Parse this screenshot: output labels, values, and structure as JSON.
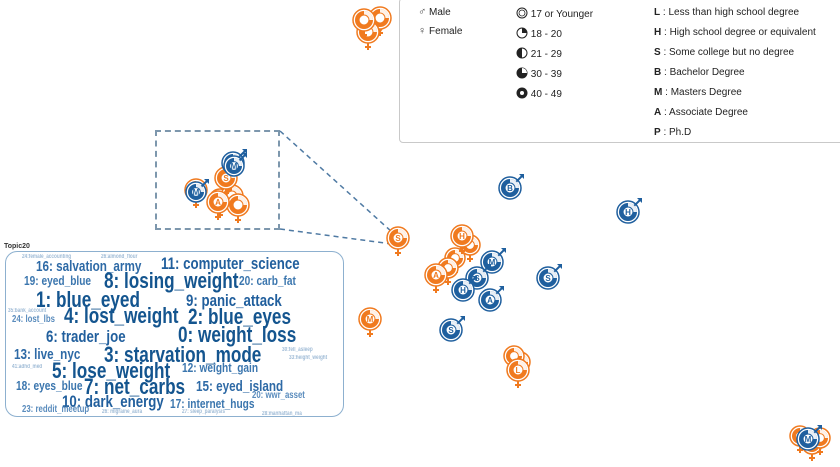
{
  "colors": {
    "male": "#1f5f9e",
    "female": "#f07a1f",
    "dashed": "#4f7aa3"
  },
  "legend": {
    "gender": [
      {
        "symbol": "male-icon",
        "label": "Male"
      },
      {
        "symbol": "female-icon",
        "label": "Female"
      }
    ],
    "age": [
      {
        "label": "17 or Younger",
        "level": 0
      },
      {
        "label": "18 - 20",
        "level": 1
      },
      {
        "label": "21 - 29",
        "level": 2
      },
      {
        "label": "30 - 39",
        "level": 3
      },
      {
        "label": "40 - 49",
        "level": 4
      }
    ],
    "education": [
      {
        "code": "L",
        "label": "Less than high school degree"
      },
      {
        "code": "H",
        "label": "High school degree or equivalent"
      },
      {
        "code": "S",
        "label": "Some college but no degree"
      },
      {
        "code": "B",
        "label": "Bachelor Degree"
      },
      {
        "code": "M",
        "label": "Masters Degree"
      },
      {
        "code": "A",
        "label": "Associate Degree"
      },
      {
        "code": "P",
        "label": "Ph.D"
      }
    ]
  },
  "cloud": {
    "title": "Topic20",
    "words": [
      "24:female_accounting",
      "26:almond_flour",
      "16: salvation_army",
      "11: computer_science",
      "19: eyed_blue",
      "8: losing_weight",
      "20: carb_fat",
      "1: blue_eyed",
      "9: panic_attack",
      "35:bank_account",
      "24: lost_lbs",
      "4: lost_weight",
      "2: blue_eyes",
      "6: trader_joe",
      "0: weight_loss",
      "13: live_nyc",
      "3: starvation_mode",
      "30:fell_asleep",
      "33:height_weight",
      "41:adhd_med",
      "5: lose_weight",
      "12: weight_gain",
      "18: eyes_blue",
      "7: net_carbs",
      "15: eyed_island",
      "10: dark_energy",
      "20: wwr_asset",
      "23: reddit_meetup",
      "17: internet_hugs",
      "26: migraine_aura",
      "27: sleep_paralysis",
      "28:manhattan_ma"
    ]
  },
  "glyphs": [
    {
      "g": "female",
      "letter": "",
      "label_text": ""
    },
    {
      "g": "male",
      "letter": "B"
    },
    {
      "g": "male",
      "letter": "H"
    },
    {
      "g": "female",
      "letter": "S"
    },
    {
      "g": "female",
      "letter": "H"
    },
    {
      "g": "male",
      "letter": "M"
    },
    {
      "g": "male",
      "letter": "S"
    },
    {
      "g": "male",
      "letter": "H"
    },
    {
      "g": "male",
      "letter": "S"
    },
    {
      "g": "female",
      "letter": "A"
    },
    {
      "g": "male",
      "letter": "A"
    },
    {
      "g": "female",
      "letter": "M"
    },
    {
      "g": "male",
      "letter": "S"
    },
    {
      "g": "female",
      "letter": "L"
    },
    {
      "g": "female",
      "letter": "S"
    },
    {
      "g": "female",
      "letter": "A"
    },
    {
      "g": "male",
      "letter": "M"
    },
    {
      "g": "female",
      "letter": "S"
    },
    {
      "g": "male",
      "letter": "M"
    }
  ]
}
